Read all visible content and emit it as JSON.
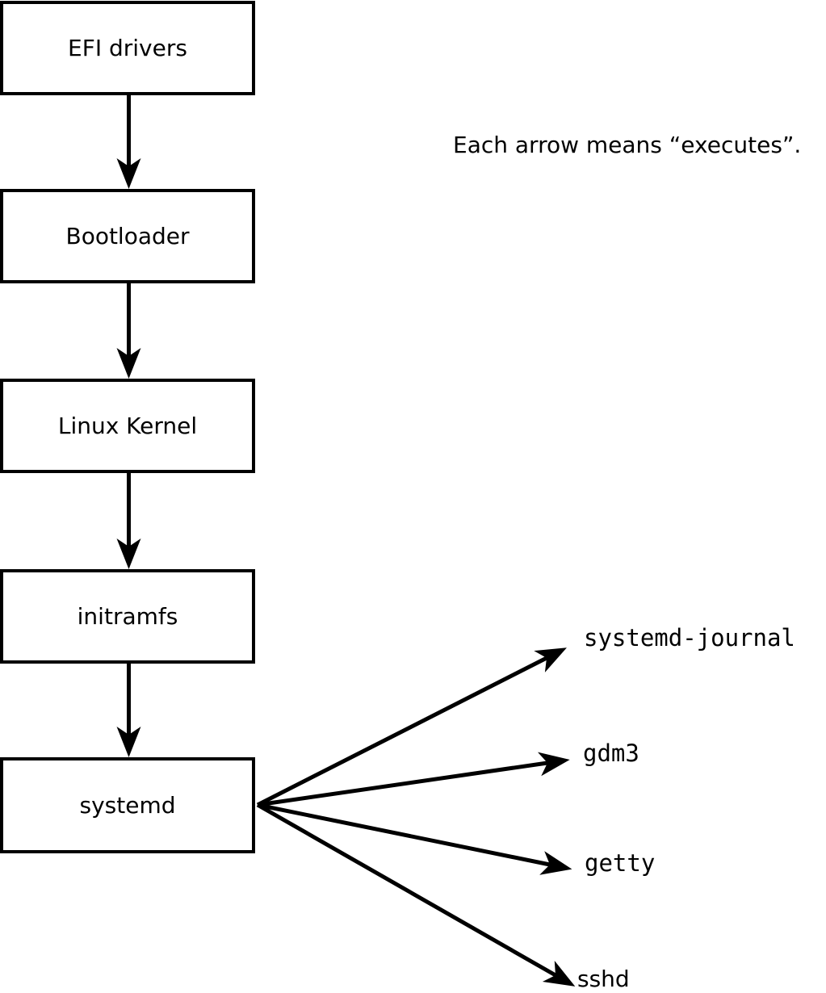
{
  "diagram": {
    "caption": "Each arrow means “executes”.",
    "chain": [
      {
        "label": "EFI drivers"
      },
      {
        "label": "Bootloader"
      },
      {
        "label": "Linux Kernel"
      },
      {
        "label": "initramfs"
      },
      {
        "label": "systemd"
      }
    ],
    "spawned": [
      {
        "label": "systemd-journal"
      },
      {
        "label": "gdm3"
      },
      {
        "label": "getty"
      },
      {
        "label": "sshd"
      }
    ],
    "colors": {
      "stroke": "#000000",
      "box_fill": "#ffffff",
      "background": "#ffffff",
      "text": "#000000"
    }
  }
}
